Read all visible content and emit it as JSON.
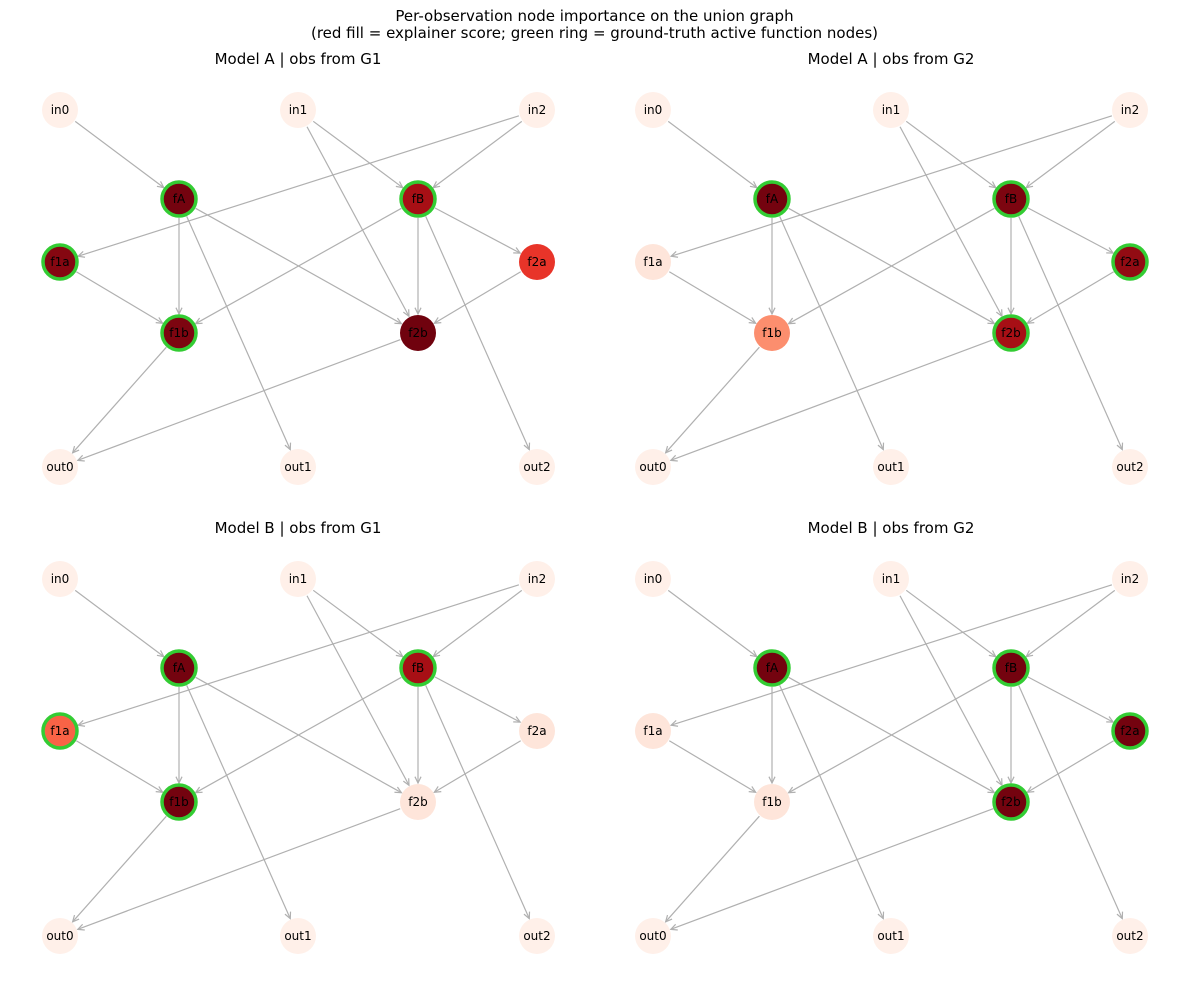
{
  "figure": {
    "title_line1": "Per-observation node importance on the union graph",
    "title_line2": "(red fill = explainer score; green ring = ground-truth active function nodes)"
  },
  "colors": {
    "edge": "#b0b0b0",
    "ring": "#33cc33",
    "score_scale": [
      "#fff0e9",
      "#fcbba1",
      "#fc9272",
      "#fb6a4a",
      "#ef3b2c",
      "#cb181d",
      "#a50f15",
      "#67000d"
    ]
  },
  "graph": {
    "nodes": [
      "in0",
      "in1",
      "in2",
      "fA",
      "fB",
      "f1a",
      "f2a",
      "f1b",
      "f2b",
      "out0",
      "out1",
      "out2"
    ],
    "edges": [
      [
        "in0",
        "fA"
      ],
      [
        "in1",
        "fB"
      ],
      [
        "in1",
        "f2b"
      ],
      [
        "in2",
        "fB"
      ],
      [
        "in2",
        "f1a"
      ],
      [
        "fA",
        "f1b"
      ],
      [
        "fA",
        "f2b"
      ],
      [
        "fA",
        "out1"
      ],
      [
        "fB",
        "f1b"
      ],
      [
        "fB",
        "f2b"
      ],
      [
        "fB",
        "f2a"
      ],
      [
        "fB",
        "out2"
      ],
      [
        "f1a",
        "f1b"
      ],
      [
        "f2a",
        "f2b"
      ],
      [
        "f1b",
        "out0"
      ],
      [
        "f2b",
        "out0"
      ]
    ]
  },
  "panels": [
    {
      "title": "Model A | obs from G1",
      "scores": {
        "in0": 0,
        "in1": 0,
        "in2": 0,
        "fA": 0.97,
        "fB": 0.85,
        "f1a": 0.93,
        "f2a": 0.6,
        "f1b": 0.95,
        "f2b": 0.98,
        "out0": 0,
        "out1": 0,
        "out2": 0
      },
      "active": [
        "fA",
        "fB",
        "f1a",
        "f1b"
      ]
    },
    {
      "title": "Model A | obs from G2",
      "scores": {
        "in0": 0,
        "in1": 0,
        "in2": 0,
        "fA": 0.97,
        "fB": 0.95,
        "f1a": 0.03,
        "f2a": 0.9,
        "f1b": 0.3,
        "f2b": 0.85,
        "out0": 0,
        "out1": 0,
        "out2": 0
      },
      "active": [
        "fA",
        "fB",
        "f2a",
        "f2b"
      ]
    },
    {
      "title": "Model B | obs from G1",
      "scores": {
        "in0": 0,
        "in1": 0,
        "in2": 0,
        "fA": 0.97,
        "fB": 0.85,
        "f1a": 0.45,
        "f2a": 0.03,
        "f1b": 0.97,
        "f2b": 0.03,
        "out0": 0,
        "out1": 0,
        "out2": 0
      },
      "active": [
        "fA",
        "fB",
        "f1a",
        "f1b"
      ]
    },
    {
      "title": "Model B | obs from G2",
      "scores": {
        "in0": 0,
        "in1": 0,
        "in2": 0,
        "fA": 0.97,
        "fB": 0.97,
        "f1a": 0.03,
        "f2a": 0.97,
        "f1b": 0.03,
        "f2b": 0.97,
        "out0": 0,
        "out1": 0,
        "out2": 0
      },
      "active": [
        "fA",
        "fB",
        "f2a",
        "f2b"
      ]
    }
  ]
}
